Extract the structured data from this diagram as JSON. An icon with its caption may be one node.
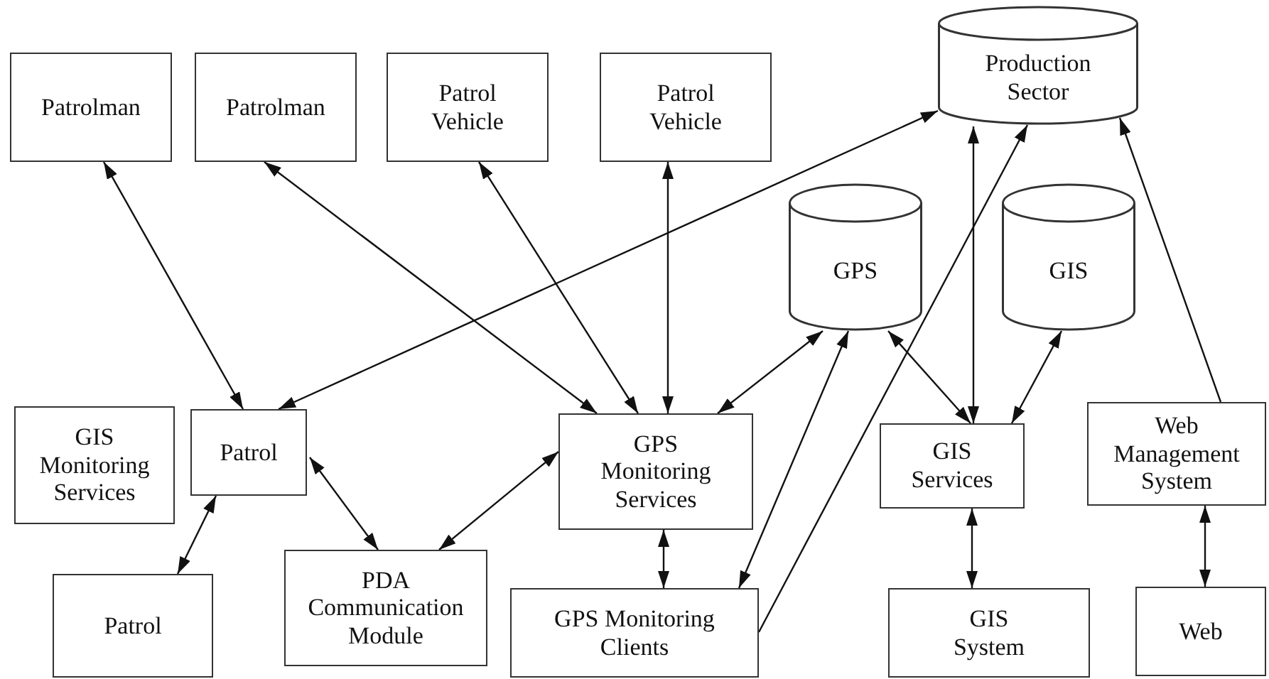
{
  "diagram": {
    "nodes": [
      {
        "text": [
          "Patrolman"
        ]
      },
      {
        "text": [
          "Patrolman"
        ]
      },
      {
        "text": [
          "Patrol Vehicle"
        ]
      },
      {
        "text": [
          "Patrol Vehicle"
        ]
      },
      {
        "text": [
          "Production Sector"
        ]
      },
      {
        "text": [
          "GPS"
        ]
      },
      {
        "text": [
          "GIS"
        ]
      },
      {
        "text": [
          "GIS Monitoring Services"
        ]
      },
      {
        "text": [
          "Patrol"
        ]
      },
      {
        "text": [
          "GPS Monitoring Services"
        ]
      },
      {
        "text": [
          "GIS Services"
        ]
      },
      {
        "text": [
          "Web Management System"
        ]
      },
      {
        "text": [
          "Patrol"
        ]
      },
      {
        "text": [
          "PDA Communication Module"
        ]
      },
      {
        "text": [
          "GPS Monitoring Clients"
        ]
      },
      {
        "text": [
          "GIS System"
        ]
      },
      {
        "text": [
          "Web"
        ]
      }
    ],
    "edges": [
      {
        "from": 8,
        "to": 0,
        "arrow": "both"
      },
      {
        "from": 9,
        "to": 1,
        "arrow": "both"
      },
      {
        "from": 9,
        "to": 2,
        "arrow": "both"
      },
      {
        "from": 9,
        "to": 3,
        "arrow": "both"
      },
      {
        "from": 8,
        "to": 4,
        "arrow": "both"
      },
      {
        "from": 8,
        "to": 12,
        "arrow": "both"
      },
      {
        "from": 8,
        "to": 13,
        "arrow": "both"
      },
      {
        "from": 13,
        "to": 9,
        "arrow": "both"
      },
      {
        "from": 9,
        "to": 5,
        "arrow": "both"
      },
      {
        "from": 9,
        "to": 14,
        "arrow": "both"
      },
      {
        "from": 14,
        "to": 5,
        "arrow": "both"
      },
      {
        "from": 14,
        "to": 4,
        "arrow": "to"
      },
      {
        "from": 5,
        "to": 10,
        "arrow": "both"
      },
      {
        "from": 10,
        "to": 4,
        "arrow": "both"
      },
      {
        "from": 6,
        "to": 10,
        "arrow": "both"
      },
      {
        "from": 11,
        "to": 4,
        "arrow": "to"
      },
      {
        "from": 10,
        "to": 15,
        "arrow": "both"
      },
      {
        "from": 11,
        "to": 16,
        "arrow": "both"
      }
    ]
  }
}
